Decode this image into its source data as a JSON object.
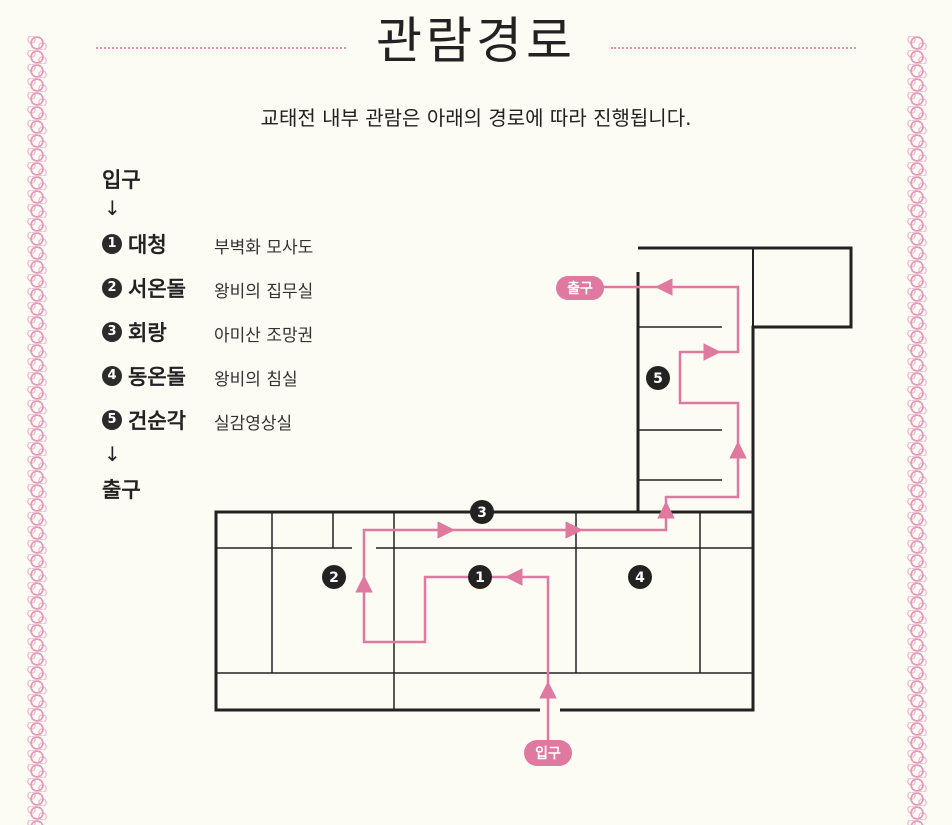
{
  "title": "관람경로",
  "subtitle": "교태전 내부 관람은 아래의 경로에 따라 진행됩니다.",
  "legend": {
    "start": "입구",
    "arrow": "↓",
    "end": "출구",
    "items": [
      {
        "num": "1",
        "name": "대청",
        "desc": "부벽화 모사도"
      },
      {
        "num": "2",
        "name": "서온돌",
        "desc": "왕비의 집무실"
      },
      {
        "num": "3",
        "name": "회랑",
        "desc": "아미산 조망권"
      },
      {
        "num": "4",
        "name": "동온돌",
        "desc": "왕비의 침실"
      },
      {
        "num": "5",
        "name": "건순각",
        "desc": "실감영상실"
      }
    ]
  },
  "map": {
    "entrance_tag": "입구",
    "exit_tag": "출구",
    "badges": [
      "1",
      "2",
      "3",
      "4",
      "5"
    ]
  },
  "colors": {
    "route": "#e0799f",
    "tag_bg": "#e0799f",
    "wall": "#222222",
    "border_pattern": "#e58fb6"
  }
}
